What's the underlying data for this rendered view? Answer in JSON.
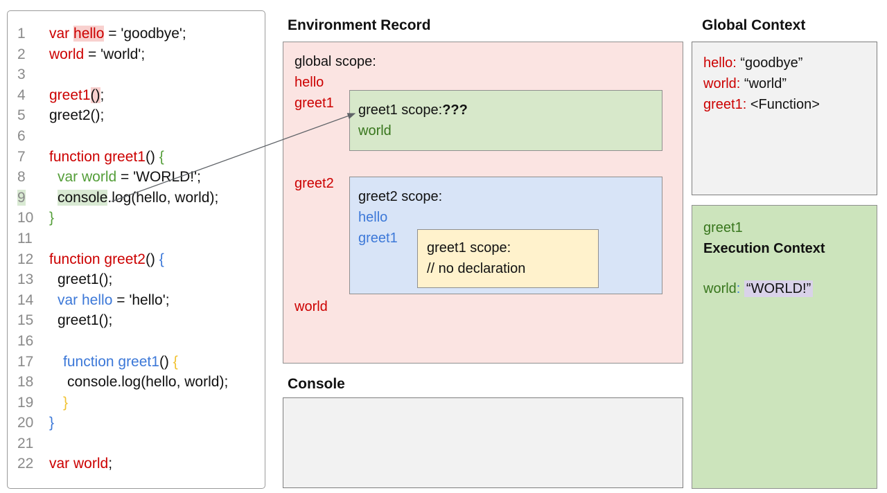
{
  "palette": {
    "red": "#cc0000",
    "code_green": "#549e39",
    "scope_green": "#38761d",
    "blue": "#3c78d8",
    "yellow": "#f1c232",
    "pink_box_bg": "#fbe4e2",
    "green_box_bg": "#d7e8ca",
    "blue_box_bg": "#d8e4f7",
    "yellow_box_bg": "#fff2cc",
    "gray_box_bg": "#f2f2f2",
    "exec_box_bg": "#cce4bc",
    "lavender_highlight": "#d9d2e9",
    "pink_highlight": "#f8d0ce",
    "green_highlight": "#d9ead3"
  },
  "code": {
    "lines": [
      {
        "num": "1",
        "ind": 0,
        "segs": [
          {
            "t": "var ",
            "c": "red"
          },
          {
            "t": "hello",
            "c": "red",
            "h": "pink"
          },
          {
            "t": " = 'goodbye';",
            "c": "blk"
          }
        ]
      },
      {
        "num": "2",
        "ind": 0,
        "segs": [
          {
            "t": "world",
            "c": "red"
          },
          {
            "t": " = 'world';",
            "c": "blk"
          }
        ]
      },
      {
        "num": "3",
        "ind": 0,
        "segs": []
      },
      {
        "num": "4",
        "ind": 0,
        "segs": [
          {
            "t": "greet1",
            "c": "red"
          },
          {
            "t": "()",
            "c": "blk",
            "h": "pink"
          },
          {
            "t": ";",
            "c": "blk"
          }
        ]
      },
      {
        "num": "5",
        "ind": 0,
        "segs": [
          {
            "t": "greet2();",
            "c": "blk"
          }
        ]
      },
      {
        "num": "6",
        "ind": 0,
        "segs": []
      },
      {
        "num": "7",
        "ind": 0,
        "segs": [
          {
            "t": "function greet1",
            "c": "red"
          },
          {
            "t": "() ",
            "c": "blk"
          },
          {
            "t": "{",
            "c": "grn"
          }
        ]
      },
      {
        "num": "8",
        "ind": 12,
        "segs": [
          {
            "t": "var world",
            "c": "grn"
          },
          {
            "t": " = 'WORLD!';",
            "c": "blk"
          }
        ]
      },
      {
        "num": "9",
        "ind": 12,
        "numHl": true,
        "segs": [
          {
            "t": "console",
            "c": "blk",
            "h": "green"
          },
          {
            "t": ".log(hello, world);",
            "c": "blk"
          }
        ]
      },
      {
        "num": "10",
        "ind": 0,
        "segs": [
          {
            "t": "}",
            "c": "grn"
          }
        ]
      },
      {
        "num": "11",
        "ind": 0,
        "segs": []
      },
      {
        "num": "12",
        "ind": 0,
        "segs": [
          {
            "t": "function greet2",
            "c": "red"
          },
          {
            "t": "() ",
            "c": "blk"
          },
          {
            "t": "{",
            "c": "blu"
          }
        ]
      },
      {
        "num": "13",
        "ind": 12,
        "segs": [
          {
            "t": "greet1();",
            "c": "blk"
          }
        ]
      },
      {
        "num": "14",
        "ind": 12,
        "segs": [
          {
            "t": "var hello",
            "c": "blu"
          },
          {
            "t": " = 'hello';",
            "c": "blk"
          }
        ]
      },
      {
        "num": "15",
        "ind": 12,
        "segs": [
          {
            "t": "greet1();",
            "c": "blk"
          }
        ]
      },
      {
        "num": "16",
        "ind": 0,
        "segs": []
      },
      {
        "num": "17",
        "ind": 20,
        "segs": [
          {
            "t": "function greet1",
            "c": "blu"
          },
          {
            "t": "() ",
            "c": "blk"
          },
          {
            "t": "{",
            "c": "yel"
          }
        ]
      },
      {
        "num": "18",
        "ind": 26,
        "segs": [
          {
            "t": "console.log(hello, world);",
            "c": "blk"
          }
        ]
      },
      {
        "num": "19",
        "ind": 20,
        "segs": [
          {
            "t": "}",
            "c": "yel"
          }
        ]
      },
      {
        "num": "20",
        "ind": 0,
        "segs": [
          {
            "t": "}",
            "c": "blu"
          }
        ]
      },
      {
        "num": "21",
        "ind": 0,
        "segs": []
      },
      {
        "num": "22",
        "ind": 0,
        "segs": [
          {
            "t": "var world",
            "c": "red"
          },
          {
            "t": ";",
            "c": "blk"
          }
        ]
      }
    ]
  },
  "environment_record": {
    "title": "Environment Record",
    "global_scope_label": "global scope:",
    "global_vars": [
      "hello",
      "greet1"
    ],
    "greet2_var": "greet2",
    "world_var": "world",
    "greet1_scope": {
      "title": "greet1 scope:",
      "question": "???",
      "var": "world"
    },
    "greet2_scope": {
      "title": "greet2 scope:",
      "vars": [
        "hello",
        "greet1"
      ]
    },
    "nested_greet1_scope": {
      "title": "greet1 scope:",
      "comment": "// no declaration"
    }
  },
  "console_panel": {
    "title": "Console"
  },
  "global_context": {
    "title": "Global Context",
    "entries": [
      {
        "k": "hello:",
        "v": "“goodbye”"
      },
      {
        "k": "world:",
        "v": "“world”"
      },
      {
        "k": "greet1:",
        "v": "<Function>"
      }
    ]
  },
  "execution_context": {
    "fn": "greet1",
    "title": "Execution Context",
    "var_name": "world",
    "colon": ":",
    "value": "“WORLD!”"
  }
}
